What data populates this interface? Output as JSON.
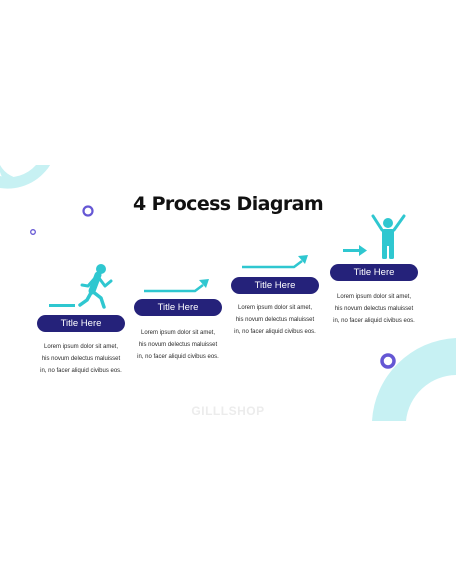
{
  "title": "4 Process Diagram",
  "watermark": "GILLLSHOP",
  "colors": {
    "accent": "#2fc7d0",
    "pill": "#25227a",
    "deco": "#c7f1f3",
    "ring": "#6557d4"
  },
  "steps": [
    {
      "label": "Title Here",
      "icon": "running-person-icon",
      "lines": [
        "Lorem ipsum dolor sit amet,",
        "his novum delectus maluisset",
        "in, no facer aliquid civibus eos."
      ]
    },
    {
      "label": "Title Here",
      "icon": "rising-arrow-icon",
      "lines": [
        "Lorem ipsum dolor sit amet,",
        "his novum delectus maluisset",
        "in, no facer aliquid civibus eos."
      ]
    },
    {
      "label": "Title Here",
      "icon": "rising-arrow-icon",
      "lines": [
        "Lorem ipsum dolor sit amet,",
        "his novum delectus maluisset",
        "in, no facer aliquid civibus eos."
      ]
    },
    {
      "label": "Title Here",
      "icon": "celebrating-person-icon",
      "lines": [
        "Lorem ipsum dolor sit amet,",
        "his novum delectus maluisset",
        "in, no facer aliquid civibus eos."
      ]
    }
  ]
}
